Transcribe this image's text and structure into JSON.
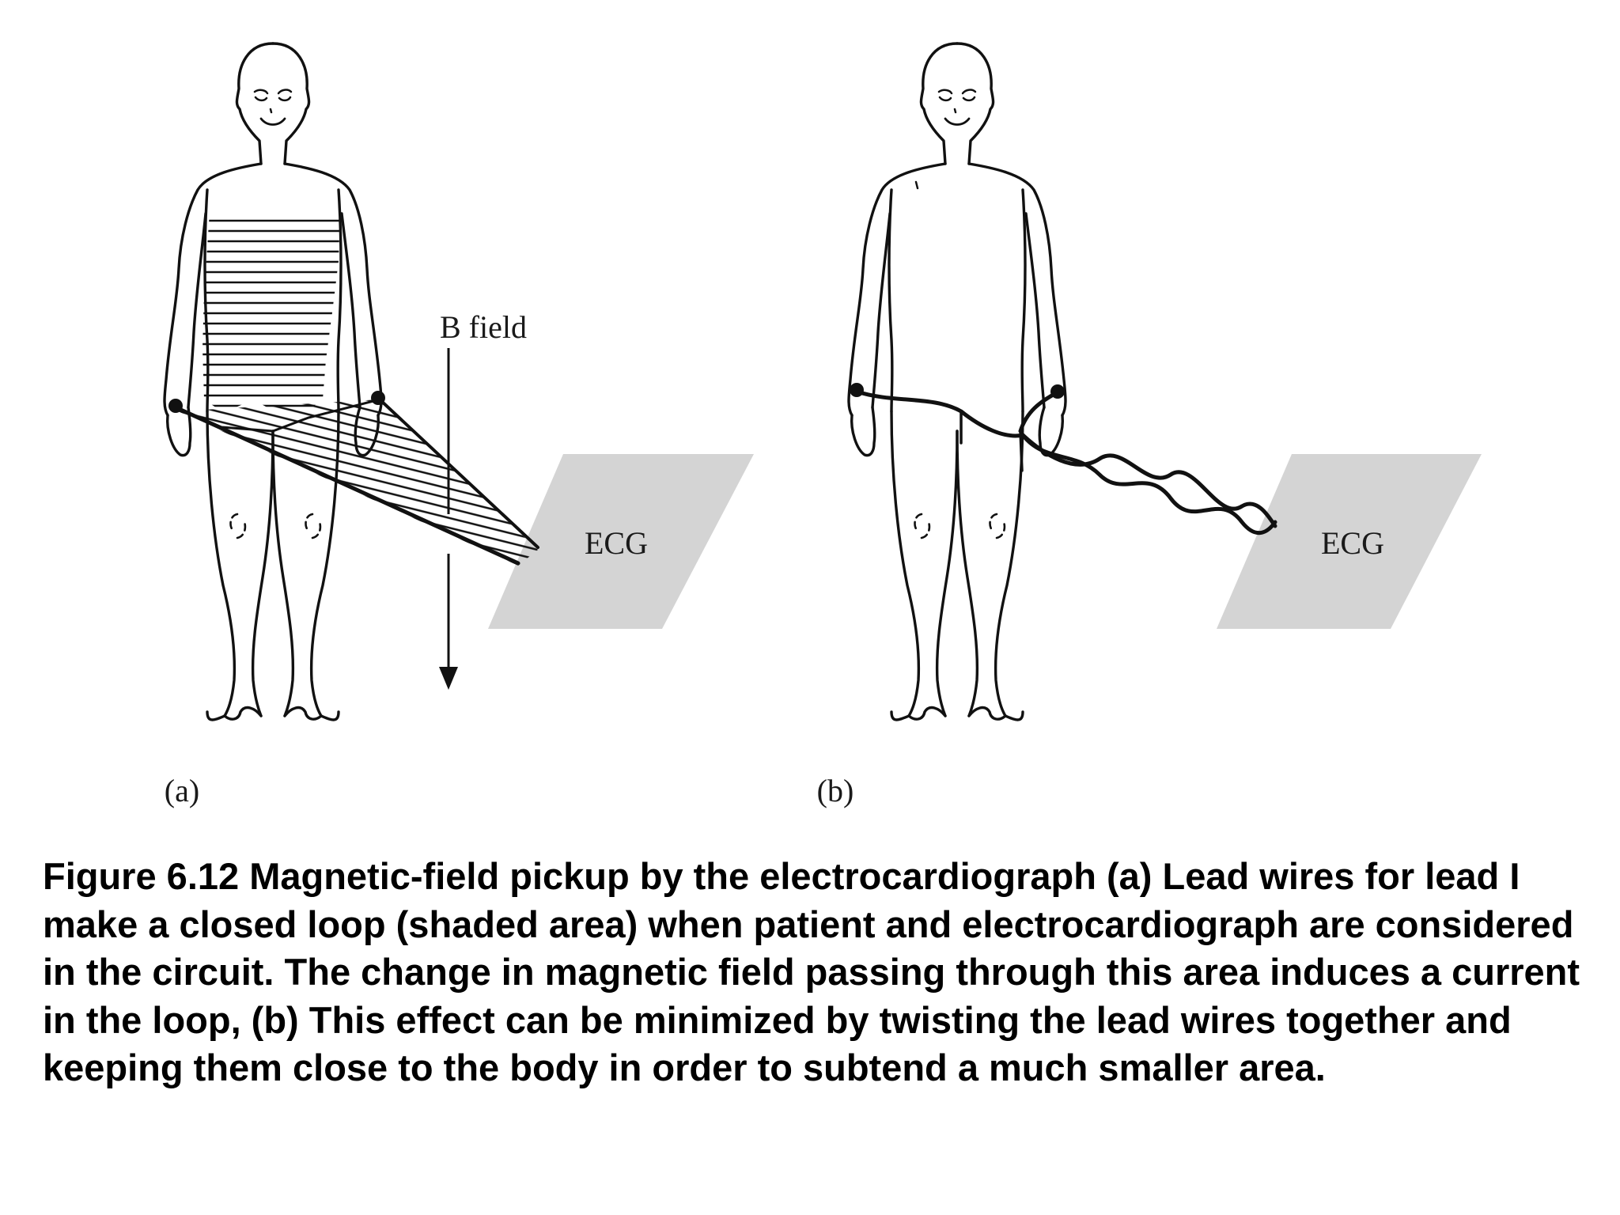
{
  "panel_a": {
    "label": "(a)",
    "field_label": "B field",
    "device_label": "ECG"
  },
  "panel_b": {
    "label": "(b)",
    "device_label": "ECG"
  },
  "caption": "Figure 6.12 Magnetic-field pickup by the electrocardiograph (a) Lead wires for lead I make a closed loop (shaded area) when patient and electrocardiograph are considered in the circuit. The change in magnetic field passing through this area induces a current in the loop, (b) This effect can be minimized by twisting the lead wires together and keeping them close to the body in order to subtend a much smaller area.",
  "colors": {
    "ink": "#111111",
    "device_fill": "#d4d4d4",
    "caption_text": "#000000"
  }
}
